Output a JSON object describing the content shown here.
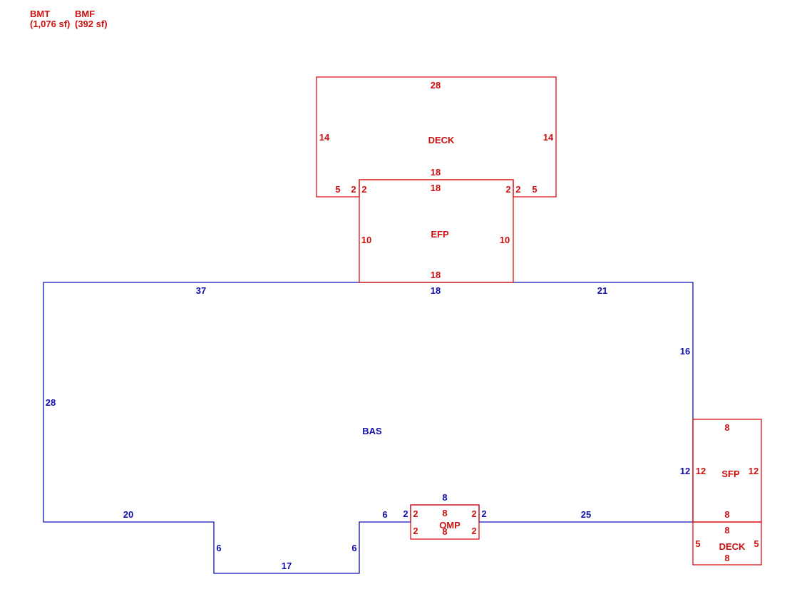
{
  "legend": [
    {
      "code": "BMT",
      "area": "(1,076 sf)"
    },
    {
      "code": "BMF",
      "area": "(392 sf)"
    }
  ],
  "colors": {
    "red": "#dd1111",
    "blue": "#1010bb"
  },
  "areas": {
    "bas": "BAS",
    "deck_top": "DECK",
    "efp": "EFP",
    "sfp": "SFP",
    "omp": "OMP",
    "deck_right": "DECK"
  },
  "dims": {
    "deck_top_top": "28",
    "deck_top_left": "14",
    "deck_top_right": "14",
    "deck_top_bottom_inner": "18",
    "deck_top_bl_5": "5",
    "deck_top_bl_2": "2",
    "deck_top_br_2": "2",
    "deck_top_br_5": "5",
    "efp_top": "18",
    "efp_left_2": "2",
    "efp_right_2": "2",
    "efp_left": "10",
    "efp_right": "10",
    "efp_bottom": "18",
    "bas_top_left": "37",
    "bas_top_mid": "18",
    "bas_top_right": "21",
    "bas_right_upper": "16",
    "bas_left": "28",
    "bas_right_lower": "12",
    "bas_bottom_left": "20",
    "bas_notch_left": "6",
    "bas_notch_bottom": "17",
    "bas_notch_right": "6",
    "bas_bottom_6": "6",
    "bas_omp_left_2": "2",
    "bas_omp_top": "8",
    "bas_omp_right_2": "2",
    "bas_bottom_right": "25",
    "sfp_top": "8",
    "sfp_left": "12",
    "sfp_right": "12",
    "sfp_bottom": "8",
    "omp_tl": "2",
    "omp_top": "8",
    "omp_tr": "2",
    "omp_bl": "2",
    "omp_bottom": "8",
    "omp_br": "2",
    "deck_r_top": "8",
    "deck_r_left": "5",
    "deck_r_right": "5",
    "deck_r_bottom": "8"
  }
}
